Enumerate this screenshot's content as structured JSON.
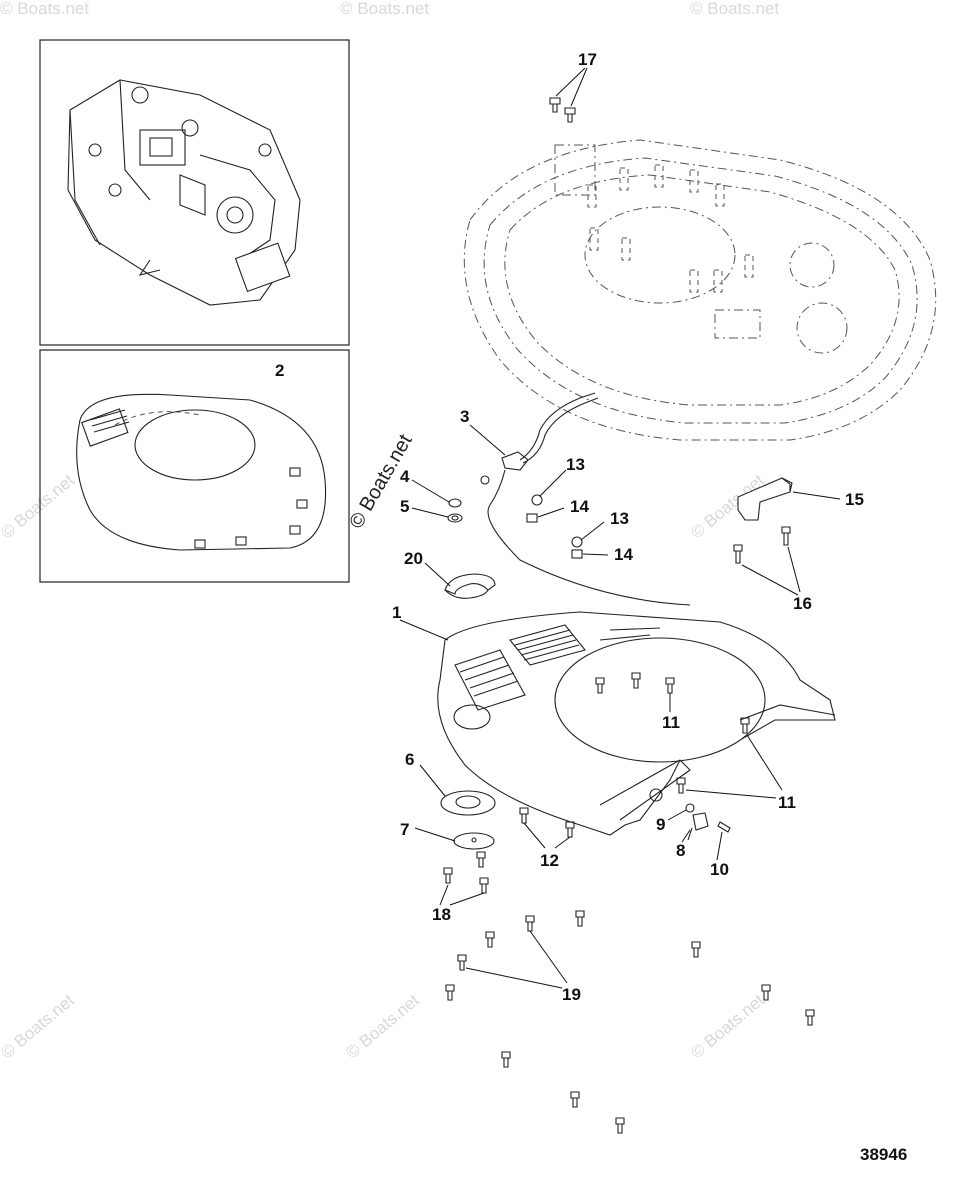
{
  "watermark": "© Boats.net",
  "watermark_repeat": "© Boats.net",
  "figure_number": "38946",
  "callouts": [
    "1",
    "2",
    "3",
    "4",
    "5",
    "6",
    "7",
    "8",
    "9",
    "10",
    "11",
    "11",
    "12",
    "13",
    "13",
    "14",
    "14",
    "15",
    "16",
    "17",
    "18",
    "19",
    "20"
  ]
}
